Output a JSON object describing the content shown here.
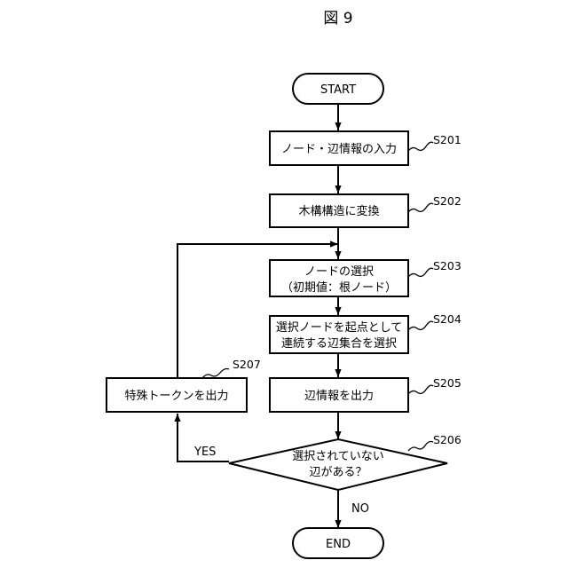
{
  "figure": {
    "title": "図 9"
  },
  "terminals": {
    "start": "START",
    "end": "END"
  },
  "steps": {
    "s201": {
      "id": "S201",
      "lines": [
        "ノード・辺情報の入力"
      ]
    },
    "s202": {
      "id": "S202",
      "lines": [
        "木構構造に変換"
      ]
    },
    "s203": {
      "id": "S203",
      "lines": [
        "ノードの選択",
        "（初期値：根ノード）"
      ]
    },
    "s204": {
      "id": "S204",
      "lines": [
        "選択ノードを起点として",
        "連続する辺集合を選択"
      ]
    },
    "s205": {
      "id": "S205",
      "lines": [
        "辺情報を出力"
      ]
    },
    "s206": {
      "id": "S206",
      "lines": [
        "選択されていない",
        "辺がある？"
      ]
    },
    "s207": {
      "id": "S207",
      "lines": [
        "特殊トークンを出力"
      ]
    }
  },
  "edges": {
    "yes": "YES",
    "no": "NO"
  }
}
